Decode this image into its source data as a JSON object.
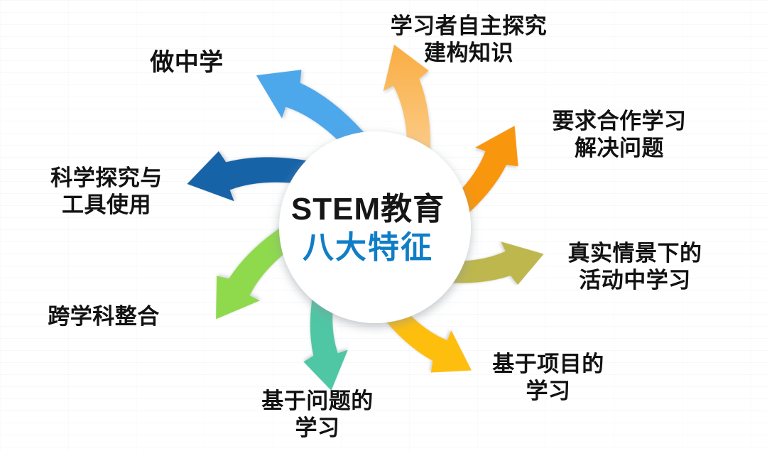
{
  "diagram": {
    "center": {
      "title_line1": "STEM教育",
      "title_line2": "八大特征",
      "title_line1_color": "#161616",
      "title_line2_color": "#107EC6",
      "circle_fill": "#ffffff"
    },
    "items": [
      {
        "id": "learner-inquiry",
        "line1": "学习者自主探究",
        "line2": "建构知识",
        "color": "#F9AD42",
        "color2": "#FCCF8F",
        "angle": 2,
        "scale": 1.0
      },
      {
        "id": "cooperative-learning",
        "line1": "要求合作学习",
        "line2": "解决问题",
        "color": "#F8960E",
        "angle": 50,
        "scale": 0.94
      },
      {
        "id": "real-context-learning",
        "line1": "真实情景下的",
        "line2": "活动中学习",
        "color": "#BDB74D",
        "angle": 95,
        "scale": 0.93
      },
      {
        "id": "project-based-learning",
        "line1": "基于项目的",
        "line2": "学习",
        "color": "#FEBE10",
        "angle": 142,
        "scale": 0.94
      },
      {
        "id": "problem-based-learning",
        "line1": "基于问题的",
        "line2": "学习",
        "color": "#50C6A4",
        "angle": 191,
        "scale": 0.92
      },
      {
        "id": "interdisciplinary",
        "line1": "跨学科整合",
        "line2": "",
        "color": "#8FD94E",
        "angle": 236,
        "scale": 1.0
      },
      {
        "id": "scientific-inquiry-tools",
        "line1": "科学探究与",
        "line2": "工具使用",
        "color": "#1463A8",
        "angle": 279,
        "scale": 1.05
      },
      {
        "id": "learning-by-doing",
        "line1": "做中学",
        "line2": "",
        "color": "#4DA7EB",
        "angle": 318,
        "scale": 1.05
      }
    ]
  }
}
